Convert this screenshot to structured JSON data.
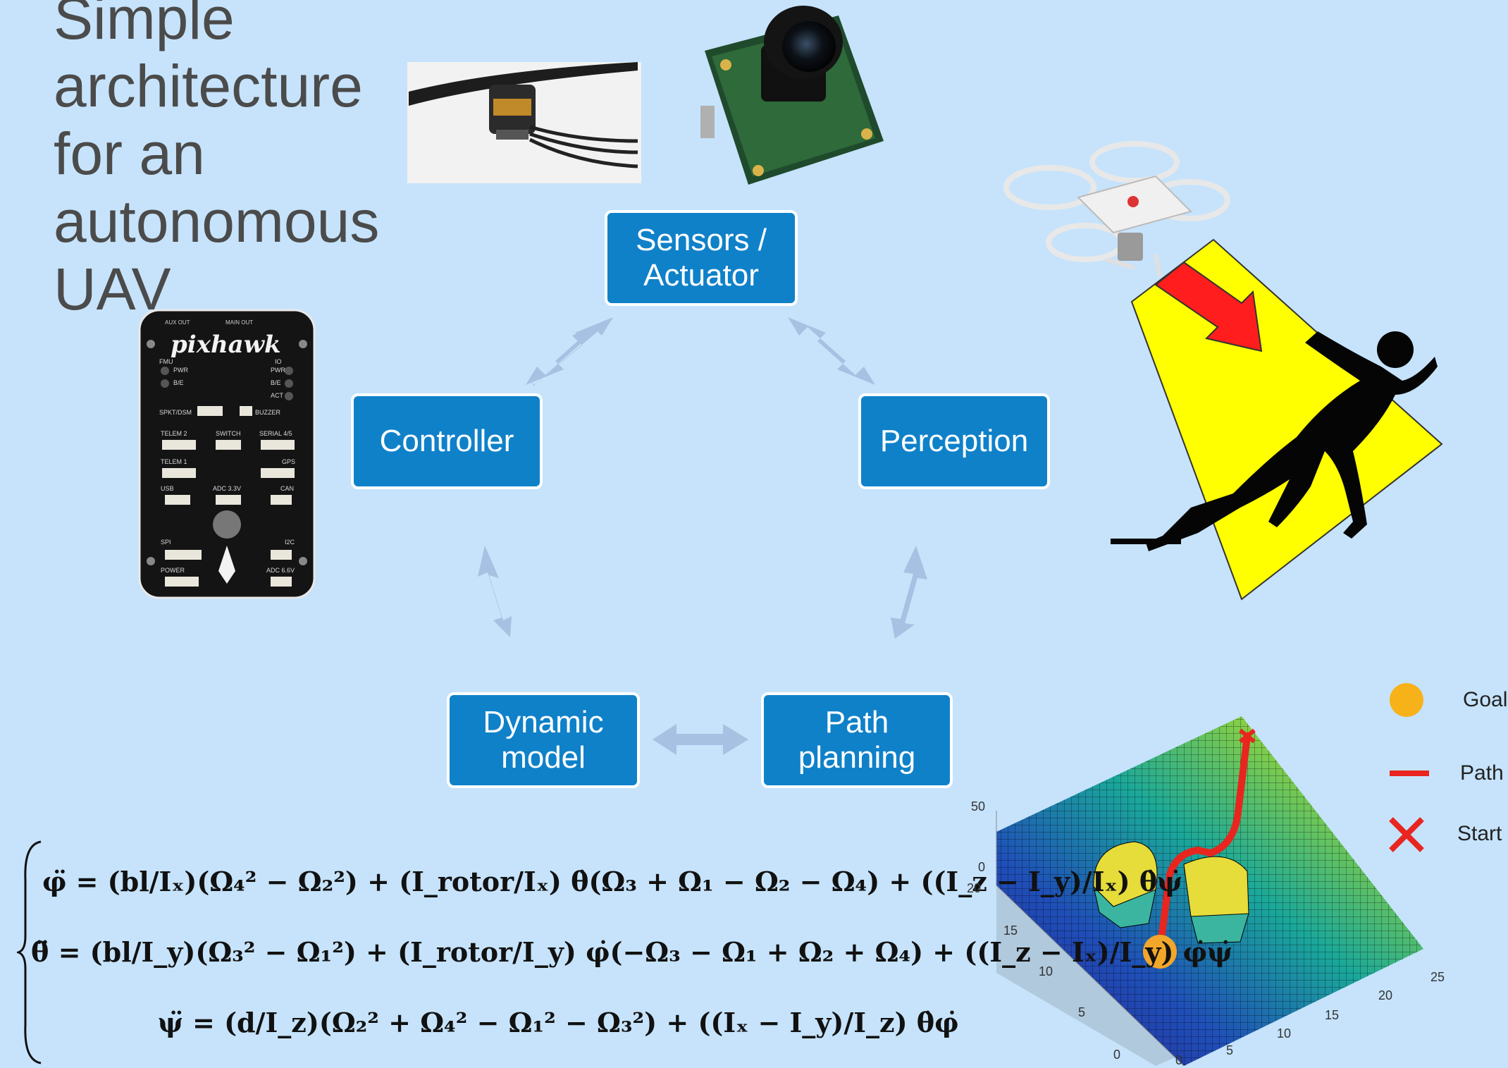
{
  "title": {
    "lines": [
      "Simple",
      "architecture",
      "for an",
      "autonomous",
      "UAV"
    ]
  },
  "nodes": {
    "sensors": [
      "Sensors /",
      "Actuator"
    ],
    "perception": [
      "Perception"
    ],
    "path_planning": [
      "Path",
      "planning"
    ],
    "dynamic_model": [
      "Dynamic",
      "model"
    ],
    "controller": [
      "Controller"
    ]
  },
  "pixhawk": {
    "brand": "pixhawk",
    "top_labels": [
      "AUX OUT",
      "MAIN OUT"
    ],
    "port_labels": [
      "FMU",
      "PWR",
      "B/E",
      "IO",
      "PWR",
      "B/E",
      "ACT",
      "SPKT/DSM",
      "BUZZER",
      "TELEM 2",
      "SWITCH",
      "SERIAL 4/5",
      "TELEM 1",
      "GPS",
      "USB",
      "ADC 3.3V",
      "CAN",
      "SPI",
      "I2C",
      "POWER",
      "ADC 6.6V"
    ]
  },
  "equations": {
    "phi": "φ̈ = (bl/Iₓ)(Ω₄² − Ω₂²) + (I_rotor/Iₓ) θ̇(Ω₃ + Ω₁ − Ω₂ − Ω₄) + ((I_z − I_y)/Iₓ) θ̇ψ̇",
    "theta": "θ̈ = (bl/I_y)(Ω₃² − Ω₁²) + (I_rotor/I_y) φ̇(−Ω₃ − Ω₁ + Ω₂ + Ω₄) + ((I_z − Iₓ)/I_y) φ̇ψ̇",
    "psi": "ψ̈ = (d/I_z)(Ω₂² + Ω₄² − Ω₁² − Ω₃²) + ((Iₓ − I_y)/I_z) θ̇φ̇"
  },
  "legend": {
    "goal": "Goal",
    "path": "Path",
    "start": "Start"
  },
  "plot_ticks": {
    "z": [
      "50",
      "0"
    ],
    "y": [
      "20",
      "15",
      "10",
      "5",
      "0"
    ],
    "x": [
      "0",
      "5",
      "10",
      "15",
      "20",
      "25"
    ]
  },
  "colors": {
    "background": "#c6e3fb",
    "node_fill": "#0f81c9",
    "arrow": "#a6c1e2",
    "goal": "#f7b21a",
    "path": "#e8251f",
    "cone": "#ffff00"
  }
}
